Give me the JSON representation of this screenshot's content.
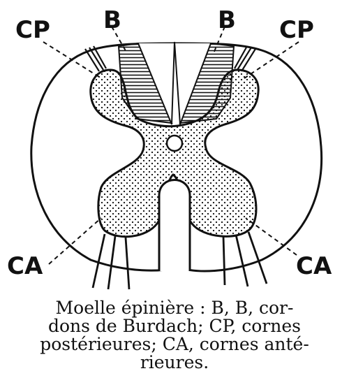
{
  "labels": {
    "cp_left": "CP",
    "b_left": "B",
    "b_right": "B",
    "cp_right": "CP",
    "ca_left": "CA",
    "ca_right": "CA"
  },
  "caption": {
    "line1": "Moelle épinière : B, B, cor-",
    "line2": "dons de Burdach; CP, cornes",
    "line3": "postérieures; CA, cornes anté-",
    "line4": "rieures."
  },
  "colors": {
    "ink": "#111111",
    "paper": "#ffffff"
  }
}
